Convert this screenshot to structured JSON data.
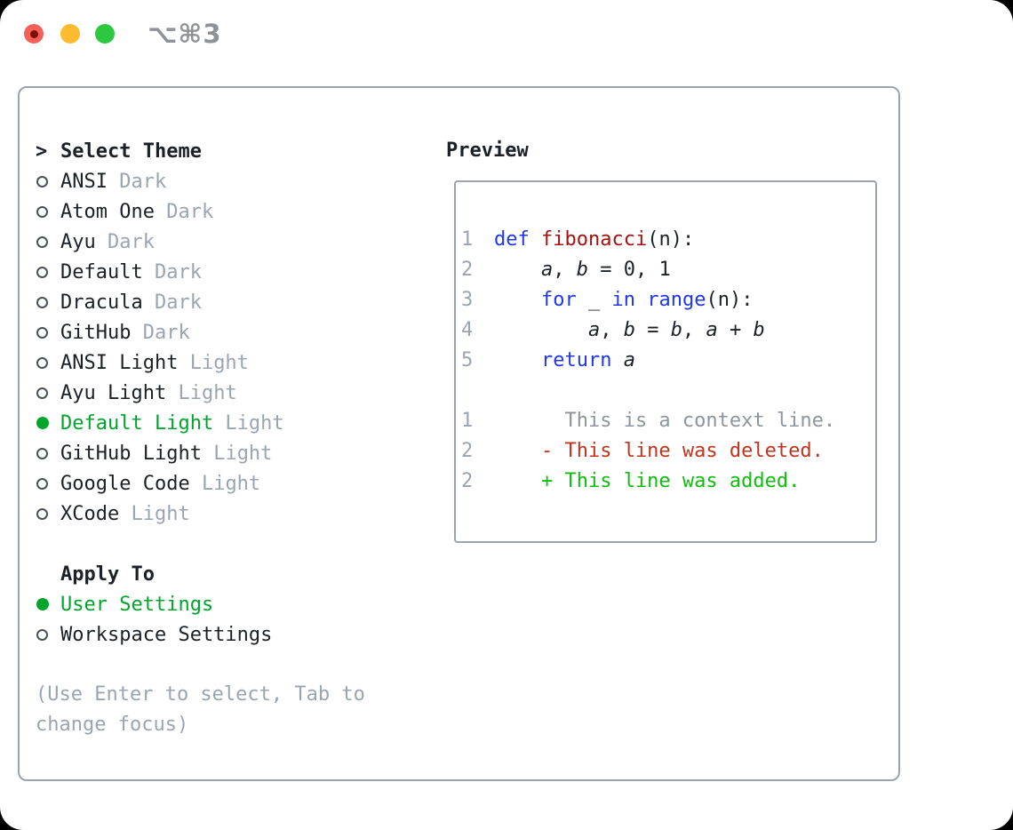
{
  "titlebar": {
    "shortcut": "⌥⌘3",
    "traffic_lights": [
      {
        "name": "close",
        "color": "#f45f58"
      },
      {
        "name": "minimize",
        "color": "#fdbc2f"
      },
      {
        "name": "zoom",
        "color": "#2bc840"
      }
    ]
  },
  "colors": {
    "text": "#1c2127",
    "dim": "#9aa5b2",
    "selected_green": "#00a62c",
    "border": "#9aa3af",
    "keyword_blue": "#2038e8",
    "function_red": "#a31212",
    "deleted_red": "#c0341d",
    "added_green": "#10bd10",
    "context_gray": "#8d959e"
  },
  "theme_panel": {
    "header": {
      "marker": ">",
      "label": "Select Theme"
    },
    "themes": [
      {
        "name": "ANSI",
        "tag": "Dark",
        "selected": false
      },
      {
        "name": "Atom One",
        "tag": "Dark",
        "selected": false
      },
      {
        "name": "Ayu",
        "tag": "Dark",
        "selected": false
      },
      {
        "name": "Default",
        "tag": "Dark",
        "selected": false
      },
      {
        "name": "Dracula",
        "tag": "Dark",
        "selected": false
      },
      {
        "name": "GitHub",
        "tag": "Dark",
        "selected": false
      },
      {
        "name": "ANSI Light",
        "tag": "Light",
        "selected": false
      },
      {
        "name": "Ayu Light",
        "tag": "Light",
        "selected": false
      },
      {
        "name": "Default Light",
        "tag": "Light",
        "selected": true
      },
      {
        "name": "GitHub Light",
        "tag": "Light",
        "selected": false
      },
      {
        "name": "Google Code",
        "tag": "Light",
        "selected": false
      },
      {
        "name": "XCode",
        "tag": "Light",
        "selected": false
      }
    ],
    "apply_to": {
      "label": "Apply To",
      "options": [
        {
          "name": "User Settings",
          "selected": true
        },
        {
          "name": "Workspace Settings",
          "selected": false
        }
      ]
    },
    "help_lines": [
      "(Use Enter to select, Tab to",
      "change focus)"
    ]
  },
  "preview": {
    "title": "Preview",
    "lines": [
      {
        "ln": "1",
        "tokens": [
          {
            "c": "kw",
            "s": "def"
          },
          {
            "c": "plain",
            "s": " "
          },
          {
            "c": "fn",
            "s": "fibonacci"
          },
          {
            "c": "plain",
            "s": "(n):"
          }
        ]
      },
      {
        "ln": "2",
        "tokens": [
          {
            "c": "plain",
            "s": "    "
          },
          {
            "c": "var",
            "s": "a"
          },
          {
            "c": "plain",
            "s": ", "
          },
          {
            "c": "var",
            "s": "b"
          },
          {
            "c": "plain",
            "s": " = 0, 1"
          }
        ]
      },
      {
        "ln": "3",
        "tokens": [
          {
            "c": "plain",
            "s": "    "
          },
          {
            "c": "kw",
            "s": "for"
          },
          {
            "c": "plain",
            "s": " _ "
          },
          {
            "c": "kw",
            "s": "in"
          },
          {
            "c": "plain",
            "s": " "
          },
          {
            "c": "kw",
            "s": "range"
          },
          {
            "c": "plain",
            "s": "(n):"
          }
        ]
      },
      {
        "ln": "4",
        "tokens": [
          {
            "c": "plain",
            "s": "        "
          },
          {
            "c": "var",
            "s": "a"
          },
          {
            "c": "plain",
            "s": ", "
          },
          {
            "c": "var",
            "s": "b"
          },
          {
            "c": "plain",
            "s": " = "
          },
          {
            "c": "var",
            "s": "b"
          },
          {
            "c": "plain",
            "s": ", "
          },
          {
            "c": "var",
            "s": "a"
          },
          {
            "c": "plain",
            "s": " + "
          },
          {
            "c": "var",
            "s": "b"
          }
        ]
      },
      {
        "ln": "5",
        "tokens": [
          {
            "c": "plain",
            "s": "    "
          },
          {
            "c": "kw",
            "s": "return"
          },
          {
            "c": "plain",
            "s": " "
          },
          {
            "c": "var",
            "s": "a"
          }
        ]
      },
      {
        "ln": "",
        "tokens": []
      },
      {
        "ln": "1",
        "tokens": [
          {
            "c": "ctx",
            "s": "      This is a context line."
          }
        ]
      },
      {
        "ln": "2",
        "tokens": [
          {
            "c": "del",
            "s": "    - This line was deleted."
          }
        ]
      },
      {
        "ln": "2",
        "tokens": [
          {
            "c": "add",
            "s": "    + This line was added."
          }
        ]
      }
    ]
  }
}
